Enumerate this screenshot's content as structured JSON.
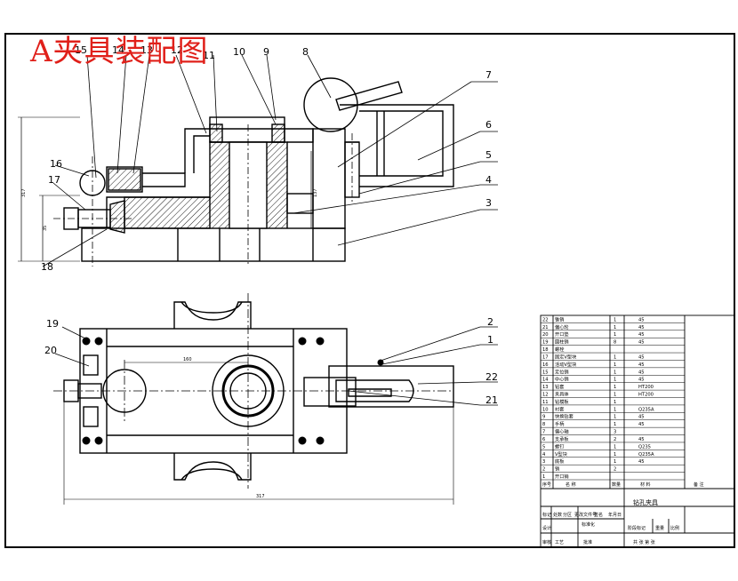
{
  "title": "A夹具装配图",
  "colors": {
    "title": "#e0201a",
    "line": "#000000",
    "hatch": "#000000"
  },
  "balloons_top": [
    "15",
    "14",
    "13",
    "12",
    "11",
    "10",
    "9",
    "8",
    "7",
    "6",
    "5",
    "4",
    "3",
    "16",
    "17",
    "18"
  ],
  "balloons_bottom": [
    "19",
    "20",
    "2",
    "1",
    "22",
    "21"
  ],
  "dimensions": {
    "overall_length": "317",
    "center_dist": "160",
    "height": "137",
    "height_left": "317",
    "height_small": "35"
  },
  "bom": {
    "rows": [
      {
        "no": "22",
        "name": "锥销",
        "qty": "1",
        "mat": "45"
      },
      {
        "no": "21",
        "name": "偏心轮",
        "qty": "1",
        "mat": "45"
      },
      {
        "no": "20",
        "name": "开口垫",
        "qty": "1",
        "mat": "45"
      },
      {
        "no": "19",
        "name": "圆柱销",
        "qty": "8",
        "mat": "45"
      },
      {
        "no": "18",
        "name": "螺栓",
        "qty": "",
        "mat": ""
      },
      {
        "no": "17",
        "name": "固定V型块",
        "qty": "1",
        "mat": "45"
      },
      {
        "no": "16",
        "name": "活动V型块",
        "qty": "1",
        "mat": "45"
      },
      {
        "no": "15",
        "name": "定位销",
        "qty": "1",
        "mat": "45"
      },
      {
        "no": "14",
        "name": "中心销",
        "qty": "1",
        "mat": "45"
      },
      {
        "no": "13",
        "name": "钻套",
        "qty": "1",
        "mat": "HT200"
      },
      {
        "no": "12",
        "name": "夹具体",
        "qty": "1",
        "mat": "HT200"
      },
      {
        "no": "11",
        "name": "钻模板",
        "qty": "1",
        "mat": ""
      },
      {
        "no": "10",
        "name": "衬套",
        "qty": "1",
        "mat": "Q235A"
      },
      {
        "no": "9",
        "name": "快换钻套",
        "qty": "1",
        "mat": "45"
      },
      {
        "no": "8",
        "name": "手柄",
        "qty": "1",
        "mat": "45"
      },
      {
        "no": "7",
        "name": "偏心轴",
        "qty": "3",
        "mat": ""
      },
      {
        "no": "6",
        "name": "支承板",
        "qty": "2",
        "mat": "45"
      },
      {
        "no": "5",
        "name": "螺钉",
        "qty": "1",
        "mat": "Q235"
      },
      {
        "no": "4",
        "name": "V型块",
        "qty": "1",
        "mat": "Q235A"
      },
      {
        "no": "3",
        "name": "底板",
        "qty": "1",
        "mat": "45"
      },
      {
        "no": "2",
        "name": "销",
        "qty": "2",
        "mat": ""
      },
      {
        "no": "1",
        "name": "开口销",
        "qty": "",
        "mat": ""
      }
    ],
    "header": {
      "no": "序号",
      "name": "名 称",
      "qty": "数量",
      "mat": "材 料",
      "remark": "备 注"
    }
  },
  "title_block": {
    "name": "钻孔夹具",
    "labels": [
      "标记",
      "处数",
      "分区",
      "更改文件号",
      "签名",
      "年月日"
    ],
    "row2": [
      "设计",
      "标准化",
      "阶段标记",
      "重量",
      "比例"
    ],
    "row3": [
      "审核",
      "工艺",
      "批准",
      "共 张 第 张"
    ]
  }
}
